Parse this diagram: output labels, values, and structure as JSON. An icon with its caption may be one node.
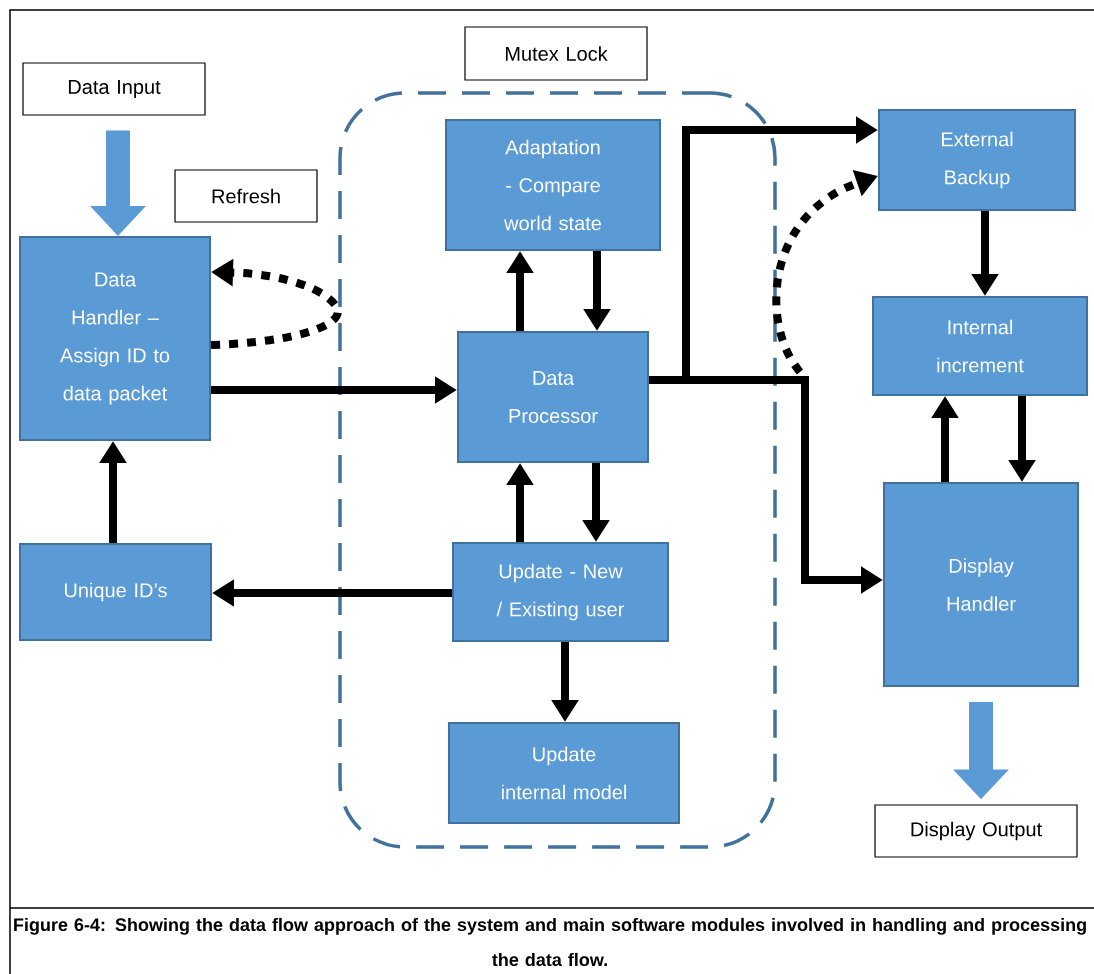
{
  "diagram": {
    "caption": "Figure 6-4: Showing the data flow approach of the system and main software modules involved in handling and processing the data flow.",
    "nodes": [
      {
        "text": [
          "Data Input"
        ]
      },
      {
        "text": [
          "Refresh"
        ]
      },
      {
        "text": [
          "Mutex Lock"
        ]
      },
      {
        "text": [],
        "shape": "box"
      },
      {
        "text": [
          "Data Handler – Assign ID to data packet"
        ]
      },
      {
        "text": [
          "Adaptation - Compare world state"
        ],
        "in": 3
      },
      {
        "text": [
          "Data Processor"
        ],
        "in": 3
      },
      {
        "text": [
          "External Backup"
        ]
      },
      {
        "text": [
          "Internal increment"
        ]
      },
      {
        "text": [
          "Unique ID’s"
        ]
      },
      {
        "text": [
          "Update - New / Existing user"
        ],
        "in": 3
      },
      {
        "text": [
          "Update internal model"
        ],
        "in": 3
      },
      {
        "text": [
          "Display Handler"
        ]
      },
      {
        "text": [
          "Display Output"
        ]
      }
    ],
    "edges": [
      {
        "from": 0,
        "to": 4,
        "arrow": "to",
        "style": "thick",
        "color": "#5b9bd5"
      },
      {
        "from": 4,
        "to": 4,
        "arrow": "to",
        "style": "dashed"
      },
      {
        "from": 4,
        "to": 6,
        "arrow": "to"
      },
      {
        "from": 6,
        "to": 5,
        "arrow": "to"
      },
      {
        "from": 5,
        "to": 6,
        "arrow": "to"
      },
      {
        "from": 6,
        "to": 7,
        "arrow": "to"
      },
      {
        "from": 6,
        "to": 12,
        "arrow": "to"
      },
      {
        "from": null,
        "to": 7,
        "arrow": "to",
        "style": "dashed"
      },
      {
        "from": 7,
        "to": 8,
        "arrow": "to"
      },
      {
        "from": 12,
        "to": 8,
        "arrow": "to"
      },
      {
        "from": 8,
        "to": 12,
        "arrow": "to"
      },
      {
        "from": 12,
        "to": 13,
        "arrow": "to",
        "style": "thick",
        "color": "#5b9bd5"
      },
      {
        "from": 6,
        "to": 10,
        "arrow": "to"
      },
      {
        "from": 10,
        "to": 6,
        "arrow": "to"
      },
      {
        "from": 10,
        "to": 9,
        "arrow": "to"
      },
      {
        "from": 10,
        "to": 11,
        "arrow": "to"
      },
      {
        "from": 9,
        "to": 4,
        "arrow": "to"
      }
    ]
  }
}
